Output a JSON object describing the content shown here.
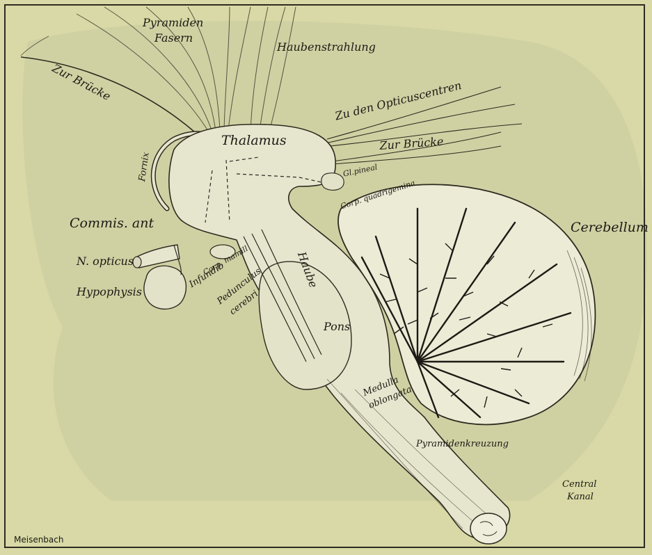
{
  "labels": {
    "pyramiden_fasern_1": "Pyramiden",
    "pyramiden_fasern_2": "Fasern",
    "haubenstrahlung": "Haubenstrahlung",
    "zur_bruecke_top": "Zur Brücke",
    "zu_den_opticuscentren": "Zu den Opticuscentren",
    "thalamus": "Thalamus",
    "zur_bruecke_right": "Zur Brücke",
    "fornix": "Fornix",
    "gl_pineal": "Gl.pineal",
    "corp_quadrigemina": "Corp. quadrigemina",
    "commis_ant": "Commis. ant",
    "cerebellum": "Cerebellum",
    "n_opticus": "N. opticus",
    "corp_mamill": "Corp. mamill",
    "infundib": "Infundib",
    "haube": "Haube",
    "hypophysis": "Hypophysis",
    "pedunculus_1": "Pedunculus",
    "pedunculus_2": "cerebri",
    "pons": "Pons",
    "medulla_1": "Medulla",
    "medulla_2": "oblongata",
    "pyramidenkreuzung": "Pyramidenkreuzung",
    "central_kanal_1": "Central",
    "central_kanal_2": "Kanal",
    "signature": "Meisenbach"
  },
  "colors": {
    "paper": "#d8d9a6",
    "tissue": "#e6e6cf",
    "ink": "#1c1a14",
    "shadow": "#c2c49a"
  }
}
